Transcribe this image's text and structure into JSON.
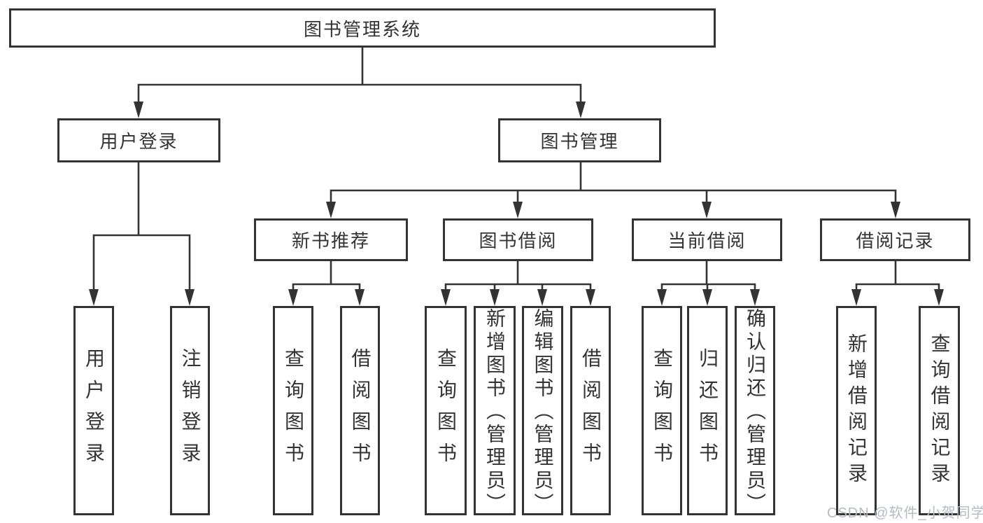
{
  "diagram": {
    "type": "hierarchy-tree",
    "root": {
      "label": "图书管理系统"
    },
    "level2": [
      {
        "label": "用户登录"
      },
      {
        "label": "图书管理"
      }
    ],
    "level3": [
      {
        "label": "新书推荐",
        "parent": "图书管理"
      },
      {
        "label": "图书借阅",
        "parent": "图书管理"
      },
      {
        "label": "当前借阅",
        "parent": "图书管理"
      },
      {
        "label": "借阅记录",
        "parent": "图书管理"
      }
    ],
    "leaves": [
      {
        "label": "用户登录",
        "parent": "用户登录"
      },
      {
        "label": "注销登录",
        "parent": "用户登录"
      },
      {
        "label": "查询图书",
        "parent": "新书推荐"
      },
      {
        "label": "借阅图书",
        "parent": "新书推荐"
      },
      {
        "label": "查询图书",
        "parent": "图书借阅"
      },
      {
        "label": "新增图书（管理员）",
        "parent": "图书借阅"
      },
      {
        "label": "编辑图书（管理员）",
        "parent": "图书借阅"
      },
      {
        "label": "借阅图书",
        "parent": "图书借阅"
      },
      {
        "label": "查询图书",
        "parent": "当前借阅"
      },
      {
        "label": "归还图书",
        "parent": "当前借阅"
      },
      {
        "label": "确认归还（管理员）",
        "parent": "当前借阅"
      },
      {
        "label": "新增借阅记录",
        "parent": "借阅记录"
      },
      {
        "label": "查询借阅记录",
        "parent": "借阅记录"
      }
    ]
  },
  "watermark": {
    "text": "CSDN @软件_小贺同学"
  },
  "colors": {
    "background": "#ffffff",
    "line": "#333333",
    "box_border": "#333333",
    "text": "#333333",
    "watermark": "#b6bac3"
  }
}
